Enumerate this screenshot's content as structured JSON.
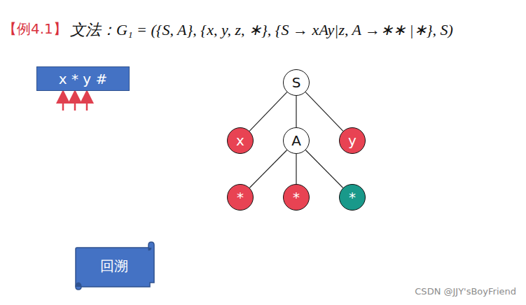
{
  "diagram": {
    "title": "文法：G₁ = ({S, A}, {x, y, z, ∗}, {S → xAy|z, A →∗∗ |∗}, S)",
    "nodes": [
      {
        "text": [
          "x * y #"
        ]
      },
      {
        "text": [
          "S"
        ]
      },
      {
        "text": [
          "x"
        ]
      },
      {
        "text": [
          "A"
        ]
      },
      {
        "text": [
          "y"
        ]
      },
      {
        "text": [
          "*"
        ]
      },
      {
        "text": [
          "*"
        ]
      },
      {
        "text": [
          "*"
        ]
      },
      {
        "text": [
          "回溯"
        ]
      }
    ],
    "edges": [
      {
        "from": 1,
        "to": 2,
        "arrow": "none"
      },
      {
        "from": 1,
        "to": 3,
        "arrow": "none"
      },
      {
        "from": 1,
        "to": 4,
        "arrow": "none"
      },
      {
        "from": 3,
        "to": 5,
        "arrow": "none"
      },
      {
        "from": 3,
        "to": 6,
        "arrow": "none"
      },
      {
        "from": 3,
        "to": 7,
        "arrow": "none"
      }
    ],
    "labels": [
      "【例4.1】",
      "CSDN @JJY'sBoyFriend"
    ]
  }
}
